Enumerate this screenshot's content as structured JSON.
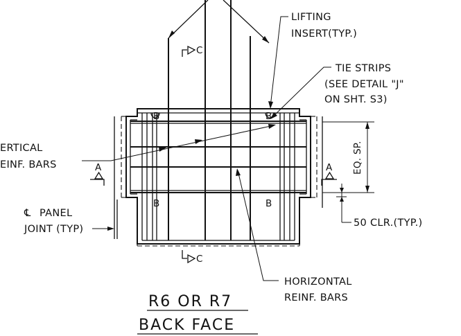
{
  "labels": {
    "lifting_insert_l1": "LIFTING",
    "lifting_insert_l2": "INSERT(TYP.)",
    "tie_strips_l1": "TIE STRIPS",
    "tie_strips_l2": "(SEE DETAIL \"J\"",
    "tie_strips_l3": "ON SHT. S3)",
    "vertical_bars_l1": "ERTICAL",
    "vertical_bars_l2": "EINF. BARS",
    "panel_joint_l1": "PANEL",
    "panel_joint_l2": "JOINT (TYP)",
    "centerline_symbol": "℄",
    "horizontal_bars_l1": "HORIZONTAL",
    "horizontal_bars_l2": "REINF. BARS",
    "clearance": "50 CLR.(TYP.)",
    "eq_sp": "EQ. SP.",
    "section_a_left": "A",
    "section_a_right": "A",
    "section_c_top": "C",
    "section_c_bottom": "C",
    "tie_mark_tl": "B",
    "tie_mark_tr": "B",
    "tie_mark_bl": "B",
    "tie_mark_br": "B"
  },
  "title": {
    "line1": "R6  OR  R7",
    "line2": "BACK  FACE"
  }
}
